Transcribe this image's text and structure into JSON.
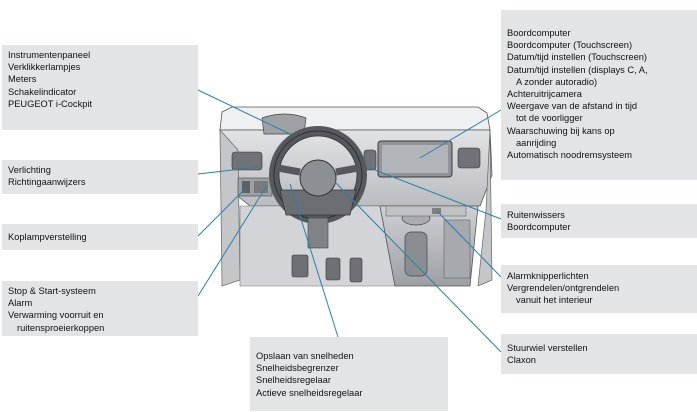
{
  "callouts": {
    "left_top": {
      "lines": [
        "Instrumentenpaneel",
        "Verklikkerlampjes",
        "Meters",
        "Schakelindicator",
        "PEUGEOT i-Cockpit"
      ]
    },
    "left_lights": {
      "lines": [
        "Verlichting",
        "Richtingaanwijzers"
      ]
    },
    "left_headlamp": {
      "lines": [
        "Koplampverstelling"
      ]
    },
    "left_stopstart": {
      "lines": [
        "Stop & Start-systeem",
        "Alarm",
        "Verwarming voorruit en",
        "ruitensproeierkoppen"
      ]
    },
    "bottom_speed": {
      "lines": [
        "Opslaan van snelheden",
        "Snelheidsbegrenzer",
        "Snelheidsregelaar",
        "Actieve snelheidsregelaar"
      ]
    },
    "right_top": {
      "lines": [
        "Boordcomputer",
        "Boordcomputer (Touchscreen)",
        "Datum/tijd instellen (Touchscreen)",
        "Datum/tijd instellen (displays C, A,",
        "A zonder autoradio)",
        "Achteruitrijcamera",
        "Weergave van de afstand in tijd",
        "tot de voorligger",
        "Waarschuwing bij kans op",
        "aanrijding",
        "Automatisch noodremsysteem"
      ]
    },
    "right_wipers": {
      "lines": [
        "Ruitenwissers",
        "Boordcomputer"
      ]
    },
    "right_hazard": {
      "lines": [
        "Alarmknipperlichten",
        "Vergrendelen/ontgrendelen",
        "vanuit het interieur"
      ]
    },
    "right_wheel": {
      "lines": [
        "Stuurwiel verstellen",
        "Claxon"
      ]
    }
  },
  "colors": {
    "callout_bg": "#e3e4e6",
    "leader_line": "#2e7fa8",
    "dashboard": "#c9cbce",
    "outline": "#3a3a3a"
  }
}
